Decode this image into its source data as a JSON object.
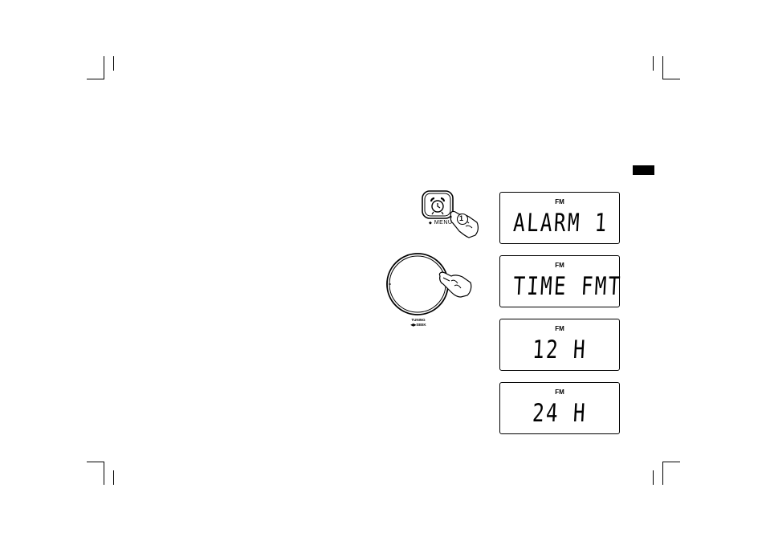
{
  "device": {
    "alarm_button": {
      "icon": "alarm-clock-icon",
      "badge": "1",
      "label": "MENU",
      "label_bullet": "◆"
    },
    "tuning_knob": {
      "icon": "tuning-knob-icon",
      "label_line1": "TUNING",
      "label_line2": "◀▶SEEK"
    }
  },
  "displays": [
    {
      "band": "FM",
      "text": "ALARM 1"
    },
    {
      "band": "FM",
      "text": "TIME FMT"
    },
    {
      "band": "FM",
      "text": "12 H"
    },
    {
      "band": "FM",
      "text": "24 H"
    }
  ]
}
